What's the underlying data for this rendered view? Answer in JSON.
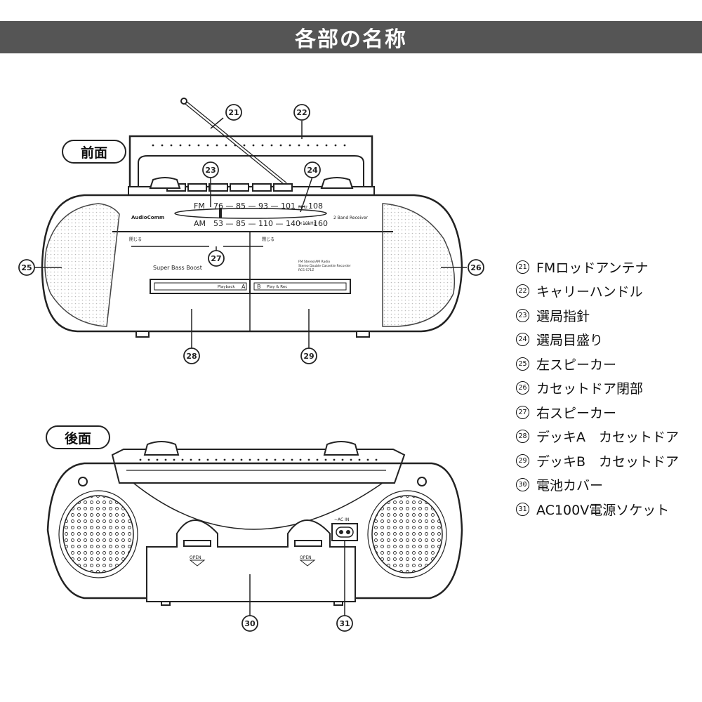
{
  "title": "各部の名称",
  "views": {
    "front": "前面",
    "back": "後面"
  },
  "legend": [
    {
      "num": "21",
      "label": "FMロッドアンテナ"
    },
    {
      "num": "22",
      "label": "キャリーハンドル"
    },
    {
      "num": "23",
      "label": "選局指針"
    },
    {
      "num": "24",
      "label": "選局目盛り"
    },
    {
      "num": "25",
      "label": "左スピーカー"
    },
    {
      "num": "26",
      "label": "カセットドア閉部"
    },
    {
      "num": "27",
      "label": "右スピーカー"
    },
    {
      "num": "28",
      "label": "デッキA　カセットドア"
    },
    {
      "num": "29",
      "label": "デッキB　カセットドア"
    },
    {
      "num": "30",
      "label": "電池カバー"
    },
    {
      "num": "31",
      "label": "AC100V電源ソケット"
    }
  ],
  "front_panel": {
    "brand": "AudioComm",
    "band_label": "2 Band Receiver",
    "fm_label": "FM",
    "fm_scale": "76 — 85 — 93 — 101 — 108",
    "fm_unit": "MHz",
    "am_label": "AM",
    "am_scale": "53 — 85 — 110 — 140 — 160",
    "am_unit": "×10kHz",
    "open_label": "開じる",
    "close_label": "閉じる",
    "bass_label": "Super Bass Boost",
    "spec_line1": "FM Stereo/AM Radio",
    "spec_line2": "Stereo Double Cassette Recorder",
    "spec_line3": "RCS-S71Z",
    "playback_label": "Playback",
    "deck_a": "A",
    "deck_b": "B",
    "playrec_label": "Play & Rec"
  },
  "back_panel": {
    "open_left": "OPEN",
    "open_right": "OPEN",
    "ac_in": "~AC IN"
  }
}
